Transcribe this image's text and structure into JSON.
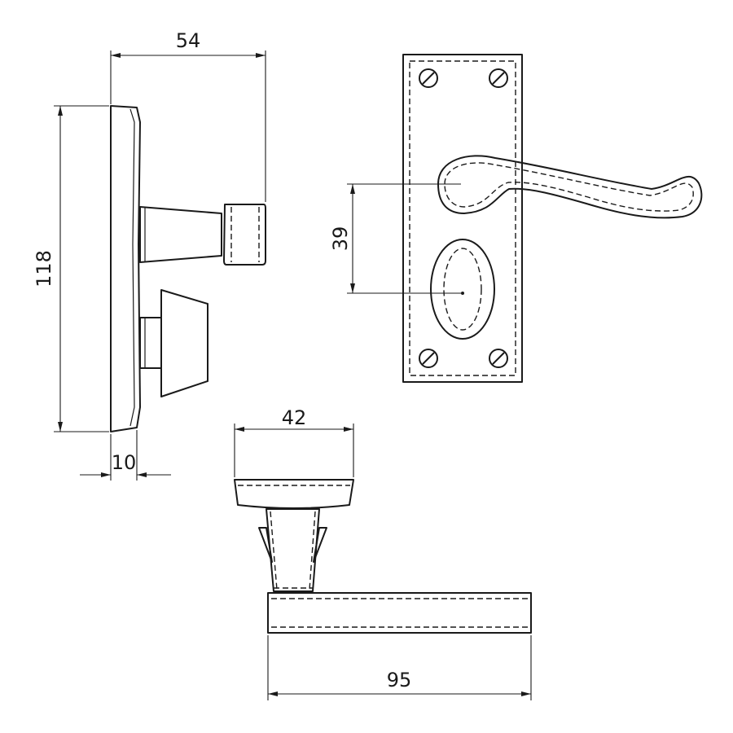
{
  "dimensions": {
    "side_width": "54",
    "side_height": "118",
    "plate_thickness": "10",
    "spindle_to_keyhole": "39",
    "rose_width": "42",
    "lever_length": "95"
  },
  "colors": {
    "line": "#1a1a1a",
    "background": "#ffffff"
  }
}
